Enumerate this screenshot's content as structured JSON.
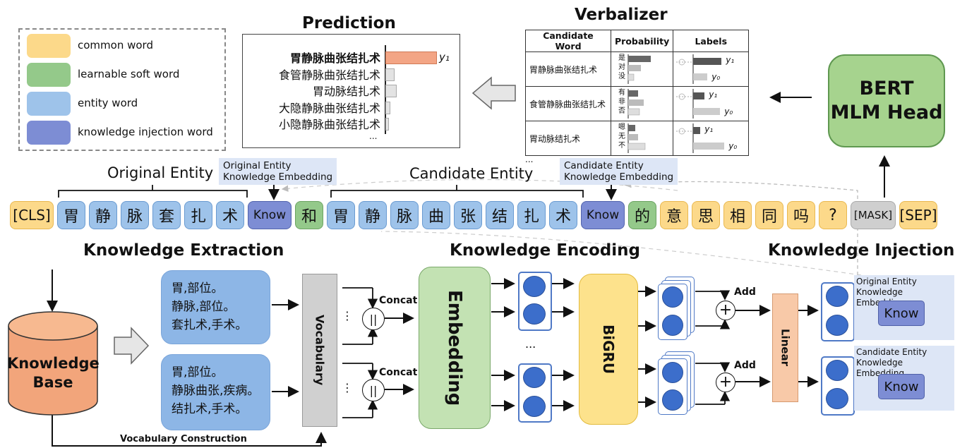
{
  "legend": [
    {
      "label": "common word",
      "color": "#fcd98a"
    },
    {
      "label": "learnable soft word",
      "color": "#94c98a"
    },
    {
      "label": "entity word",
      "color": "#9ec3ea"
    },
    {
      "label": "knowledge injection word",
      "color": "#7d8dd4"
    }
  ],
  "prediction": {
    "title": "Prediction",
    "items": [
      "胃静脉曲张结扎术",
      "食管静脉曲张结扎术",
      "胃动脉结扎术",
      "大隐静脉曲张结扎术",
      "小隐静脉曲张结扎术"
    ],
    "scores": [
      0.95,
      0.15,
      0.19,
      0.07,
      0.04
    ],
    "y1_label": "y₁",
    "ellipsis": "..."
  },
  "verbalizer": {
    "title": "Verbalizer",
    "headers": [
      "Candidate Word",
      "Probability",
      "Labels"
    ],
    "rows": [
      {
        "word": "胃静脉曲张结扎术",
        "chars": [
          "是",
          "对",
          "没"
        ]
      },
      {
        "word": "食管静脉曲张结扎术",
        "chars": [
          "有",
          "非",
          "否"
        ]
      },
      {
        "word": "胃动脉结扎术",
        "chars": [
          "嗯",
          "无",
          "不"
        ]
      }
    ],
    "y1": "y₁",
    "y0": "y₀",
    "ellipsis": "..."
  },
  "bert": {
    "line1": "BERT",
    "line2": "MLM Head"
  },
  "sequence": {
    "original_entity_label": "Original Entity",
    "candidate_entity_label": "Candidate Entity",
    "orig_embed_label_1": "Original Entity",
    "orig_embed_label_2": "Knowledge Embedding",
    "cand_embed_label_1": "Candidate Entity",
    "cand_embed_label_2": "Knowledge Embedding",
    "tokens": [
      {
        "text": "[CLS]",
        "type": "edge"
      },
      {
        "text": "胃",
        "type": "entity"
      },
      {
        "text": "静",
        "type": "entity"
      },
      {
        "text": "脉",
        "type": "entity"
      },
      {
        "text": "套",
        "type": "entity"
      },
      {
        "text": "扎",
        "type": "entity"
      },
      {
        "text": "术",
        "type": "entity"
      },
      {
        "text": "Know",
        "type": "know"
      },
      {
        "text": "和",
        "type": "soft"
      },
      {
        "text": "胃",
        "type": "entity"
      },
      {
        "text": "静",
        "type": "entity"
      },
      {
        "text": "脉",
        "type": "entity"
      },
      {
        "text": "曲",
        "type": "entity"
      },
      {
        "text": "张",
        "type": "entity"
      },
      {
        "text": "结",
        "type": "entity"
      },
      {
        "text": "扎",
        "type": "entity"
      },
      {
        "text": "术",
        "type": "entity"
      },
      {
        "text": "Know",
        "type": "know"
      },
      {
        "text": "的",
        "type": "soft"
      },
      {
        "text": "意",
        "type": "common"
      },
      {
        "text": "思",
        "type": "common"
      },
      {
        "text": "相",
        "type": "common"
      },
      {
        "text": "同",
        "type": "common"
      },
      {
        "text": "吗",
        "type": "common"
      },
      {
        "text": "?",
        "type": "common"
      },
      {
        "text": "[MASK]",
        "type": "mask"
      },
      {
        "text": "[SEP]",
        "type": "edge"
      }
    ]
  },
  "sections": {
    "extraction": "Knowledge Extraction",
    "encoding": "Knowledge Encoding",
    "injection": "Knowledge Injection"
  },
  "extraction": {
    "kb_line1": "Knowledge",
    "kb_line2": "Base",
    "text_top": [
      "胃,部位。",
      "静脉,部位。",
      "套扎术,手术。"
    ],
    "text_bottom": [
      "胃,部位。",
      "静脉曲张,疾病。",
      "结扎术,手术。"
    ],
    "vocab_construction": "Vocabulary Construction"
  },
  "encoding": {
    "vocabulary": "Vocabulary",
    "concat": "Concat",
    "concat_symbol": "||",
    "embedding": "Embedding",
    "bigru": "BiGRU",
    "add": "Add",
    "linear": "Linear",
    "dots_vertical": "⋮",
    "dots_horizontal": "..."
  },
  "injection": {
    "orig_label_1": "Original Entity",
    "orig_label_2": "Knowledge Embedding",
    "cand_label_1": "Candidate Entity",
    "cand_label_2": "Knowledge Embedding",
    "know": "Know"
  }
}
